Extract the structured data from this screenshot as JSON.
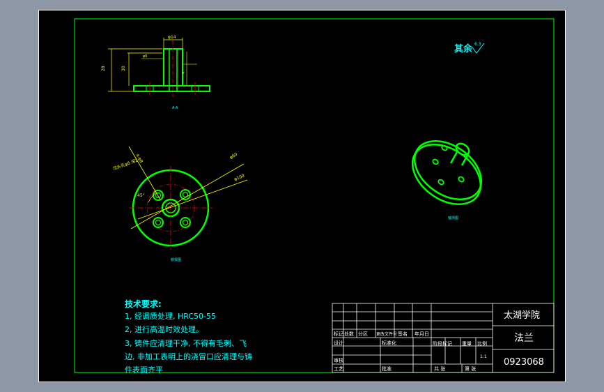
{
  "roughness_note": {
    "label": "其余",
    "symbol_value": "6.3"
  },
  "dimensions_front": {
    "top_width": "φ14",
    "height_total": "28",
    "height_inner": "30",
    "bore": "φ6",
    "flange_thickness": "4"
  },
  "view_labels": {
    "front": "A-A",
    "top": "俯视图",
    "iso": "轴测图"
  },
  "dimensions_top": {
    "pcd": "φ60",
    "outer": "φ100",
    "holes": "4-φ8",
    "angle": "45°",
    "note": "沉头孔φ8 深2"
  },
  "tech_requirements": {
    "title": "技术要求:",
    "lines": [
      "1, 经调质处理, HRC50-55",
      "2, 进行高温时效处理。",
      "3, 铸件应清理干净, 不得有毛刺、飞",
      "边, 非加工表明上的浇冒口应清理与铸",
      "件表面齐平"
    ]
  },
  "title_block": {
    "school": "太湖学院",
    "part_name": "法兰",
    "drawing_no": "0923068",
    "scale": "1:1",
    "header_cells": [
      "标记",
      "处数",
      "分区",
      "更改文件号",
      "签名",
      "年月日"
    ],
    "row_labels": [
      "设计",
      "标准化",
      "审核",
      "工艺",
      "批准"
    ],
    "stage_labels": [
      "阶段标记",
      "重量",
      "比例"
    ],
    "sheet_labels": [
      "共 张",
      "第 张"
    ]
  },
  "colors": {
    "frame": "#00ff00",
    "part": "#00ff00",
    "dim": "#ffff00",
    "center": "#ff0000",
    "text": "#00ffff",
    "title_text": "#ffffff"
  }
}
